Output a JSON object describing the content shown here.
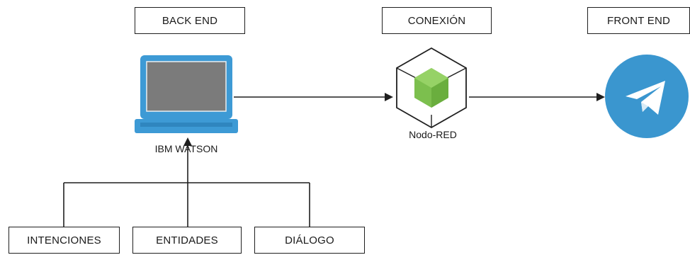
{
  "headers": {
    "back_end": "BACK END",
    "conexion": "CONEXIÓN",
    "front_end": "FRONT END"
  },
  "nodes": {
    "ibm_watson": "IBM WATSON",
    "nodo_red": "Nodo-RED"
  },
  "components": {
    "intenciones": "INTENCIONES",
    "entidades": "ENTIDADES",
    "dialogo": "DIÁLOGO"
  },
  "icons": {
    "laptop": "laptop-icon",
    "nodejs": "nodejs-hexagon-icon",
    "telegram": "telegram-icon"
  },
  "colors": {
    "laptop_frame": "#3d9ad5",
    "laptop_screen": "#7b7b7b",
    "node_green": "#7cbf4e",
    "telegram_blue": "#3a96cf",
    "line": "#1f1f1f"
  }
}
